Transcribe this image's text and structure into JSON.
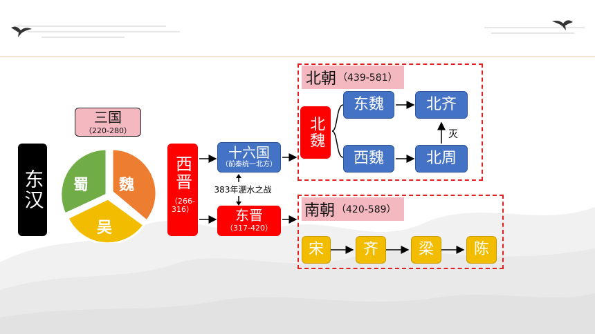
{
  "three_kingdoms": {
    "title": "三国",
    "years": "（220-280）",
    "shu": "蜀",
    "wei": "魏",
    "wu": "吴"
  },
  "donghan": "东汉",
  "xijin": {
    "name": "西晋",
    "years": "（266-316）"
  },
  "shiliuguo": {
    "name": "十六国",
    "sub": "（前秦统一北方）"
  },
  "battle": "383年淝水之战",
  "dongjin": {
    "name": "东晋",
    "years": "（317-420）"
  },
  "north": {
    "title": "北朝",
    "years": "（439-581）",
    "beiwei": "北魏",
    "dongwei": "东魏",
    "xiwei": "西魏",
    "beiqi": "北齐",
    "beizhou": "北周",
    "mie": "灭"
  },
  "south": {
    "title": "南朝",
    "years": "（420-589）",
    "song": "宋",
    "qi": "齐",
    "liang": "梁",
    "chen": "陈"
  },
  "colors": {
    "blue": "#4472c4",
    "red": "#ff0000",
    "gold": "#f2bd00",
    "green": "#70ad47",
    "orange": "#ed7d31",
    "pink": "#f4b8c0",
    "black": "#000000"
  }
}
